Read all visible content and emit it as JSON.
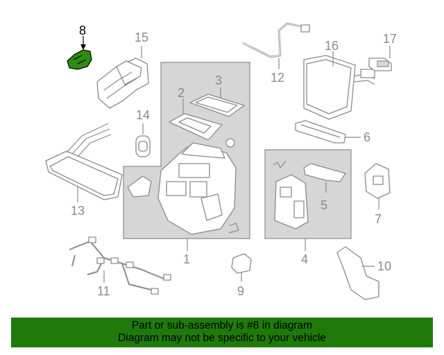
{
  "diagram": {
    "highlight_color": "#2e8b12",
    "callouts": {
      "c1": "1",
      "c2": "2",
      "c3": "3",
      "c4": "4",
      "c5": "5",
      "c6": "6",
      "c7": "7",
      "c8": "8",
      "c9": "9",
      "c10": "10",
      "c11": "11",
      "c12": "12",
      "c13": "13",
      "c14": "14",
      "c15": "15",
      "c16": "16",
      "c17": "17"
    }
  },
  "banner": {
    "color": "#1f7a0a",
    "line1": "Part or sub-assembly is #8 in diagram",
    "line2": "Diagram may not be specific to your vehicle"
  }
}
